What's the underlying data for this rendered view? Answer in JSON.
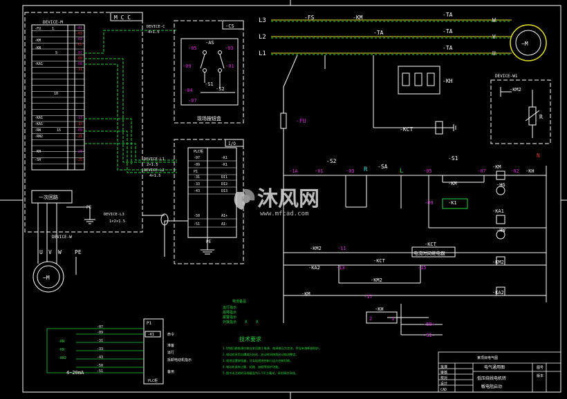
{
  "colors": {
    "bg": "#000000",
    "line": "#ffffff",
    "green": "#27d63a",
    "magenta": "#d62bd6",
    "yellow": "#e6e62a",
    "red": "#e23a3a",
    "cyan": "#33d3d3"
  },
  "left": {
    "mcc_label": "M C C",
    "device_m": "DEVICE-M",
    "m_rows_top": [
      "-FU",
      "-KM",
      "-KN",
      "-KA1"
    ],
    "m_nums_top": [
      "1",
      "5"
    ],
    "m_rows_bottom": [
      "-KA1",
      "-KA1",
      "-RN",
      "-RN2",
      "-KH",
      "-SH"
    ],
    "m_num_10": "10",
    "m_num_15": "15",
    "m_terms": [
      "-01",
      "-03",
      "-02",
      "-05",
      "-07",
      "-09",
      "-08",
      "-11",
      "-13",
      "-15",
      "-09",
      "-21",
      "-23",
      "-25"
    ],
    "ici_box": "一次回路",
    "device_w": "DEVICE-W",
    "pe": "PE",
    "uvw": [
      "U",
      "V",
      "W",
      "PE"
    ],
    "motor": "~M"
  },
  "cs": {
    "device_c": "DEVICE-C",
    "device_c_spec": "4×1.5",
    "title": "-CS",
    "as": "-AS",
    "s1": "-S1",
    "s2": "-S2",
    "nums": [
      "-05",
      "-03",
      "-09",
      "-01",
      "-07",
      "-04"
    ],
    "caption": "现场按钮盒"
  },
  "plc": {
    "io": "I/O",
    "title": "PLC柜",
    "rows": [
      "-07",
      "-09",
      "P1",
      "-31",
      "-33",
      "-43",
      "-50",
      "-51"
    ],
    "right": [
      "-K1",
      "-K1",
      "DI1",
      "DI2",
      "DI3",
      "AI+",
      "AI-"
    ],
    "device_l1": "DEVICE-L1",
    "device_l1_spec": "2×1.5",
    "device_l2": "DEVICE-L2",
    "device_l2_spec": "4×1.5",
    "device_l3": "DEVICE-L3",
    "device_l3_spec": "1×2×1.5",
    "pe": "PE"
  },
  "power": {
    "lines": [
      "L3",
      "L2",
      "L1"
    ],
    "fs": "-FS",
    "km": "-KM",
    "ta": [
      "-TA",
      "-TA",
      "-TA"
    ],
    "ta_mid": "-TA",
    "uvw": [
      "W",
      "V",
      "U"
    ],
    "motor": "~M",
    "kh": "-KH",
    "kct": "-KCT",
    "fu": "-FU",
    "device_w1": "DEVICE-W1",
    "km2": "-KM2",
    "r": "R"
  },
  "control": {
    "top_nums": [
      "-1A",
      "-01",
      "-03",
      "-05",
      "-07",
      "-02"
    ],
    "s2": "-S2",
    "s1": "-S1",
    "sa": "-SA",
    "r": "R",
    "l": "L",
    "n": "N",
    "km": "-KM",
    "km_contact": "-KM",
    "kh": "-KH",
    "hg": "-HG",
    "k1": "-K1",
    "n09": "-09",
    "ka1": "-KA1",
    "hw": "-HW",
    "km2_contact": "-KM2",
    "n11": "-11",
    "kct": "-KCT",
    "kct_box": "电流时间继电器",
    "ka2": "-KA2",
    "n13": "-13",
    "kct2": "-KCT",
    "n15": "-15",
    "km2_coil": "-KM2",
    "km2_c2": "-KM2",
    "km_c3": "-KM",
    "n17": "-17",
    "ka2_coil": "-KA2",
    "kh2": "-KH",
    "kh_nums": [
      "2",
      "1"
    ],
    "out50": "-50+",
    "out51": "-51-"
  },
  "bottom": {
    "terms": [
      "-07",
      "-09",
      "-31",
      "-33",
      "-43",
      "-50",
      "-51"
    ],
    "labels": [
      "-RN",
      "-KN",
      "-RN2"
    ],
    "p1": "P1",
    "k1": "-K1",
    "plc_cab": "PLC柜",
    "current": "4~20mA",
    "desc": [
      "命令",
      "准备",
      "运行",
      "拆卸电动机指示",
      "备用"
    ],
    "green_small": [
      "电流备品",
      "运行指示",
      "故障指示",
      "报警指示",
      "外接指示"
    ],
    "xmarks": [
      "X",
      "X"
    ],
    "tech_title": "技术要求",
    "tech_lines": [
      "1.控制回路电源应取自本回路主电源，电源电压为交流，并设有熔断器保护。",
      "2.电动机采用自耦减压启动，启动时间按照启动电流整定。",
      "3.就地设置按钮盒，可实现就地控制与远方控制切换。",
      "4.电动机具有过载、短路、缺相等保护功能。",
      "5.图中未注明的导线截面为1.5平方毫米，采用铜芯导线。"
    ]
  },
  "titleblock": {
    "project": "某项目电气图",
    "drawing": "电气通用图",
    "rows": [
      "批准",
      "审核",
      "校对",
      "设计",
      "CAD"
    ],
    "name1": "低压绕线电机转",
    "name2": "敏电阻启动",
    "sheet": "图号",
    "ver": "版本"
  },
  "watermark": {
    "brand": "沐风网",
    "url": "www.mfcad.com"
  }
}
